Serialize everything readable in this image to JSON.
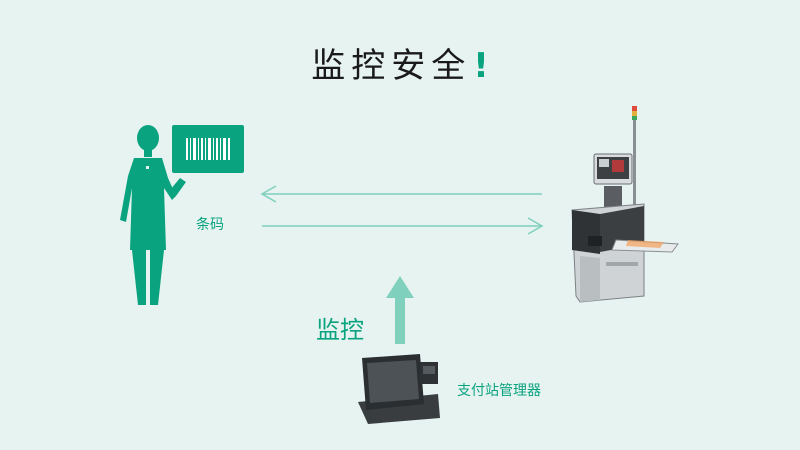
{
  "diagram": {
    "title": "监控安全",
    "title_mark": "!",
    "barcode_label": "条码",
    "monitor_label": "监控",
    "pos_label": "支付站管理器",
    "colors": {
      "background": "#e6f3f0",
      "accent": "#0aa37f",
      "arrow": "#7fd0bd",
      "title_text": "#1a1a1a"
    },
    "icons": [
      "person-icon",
      "barcode-icon",
      "self-checkout-kiosk-icon",
      "pos-terminal-icon"
    ]
  }
}
